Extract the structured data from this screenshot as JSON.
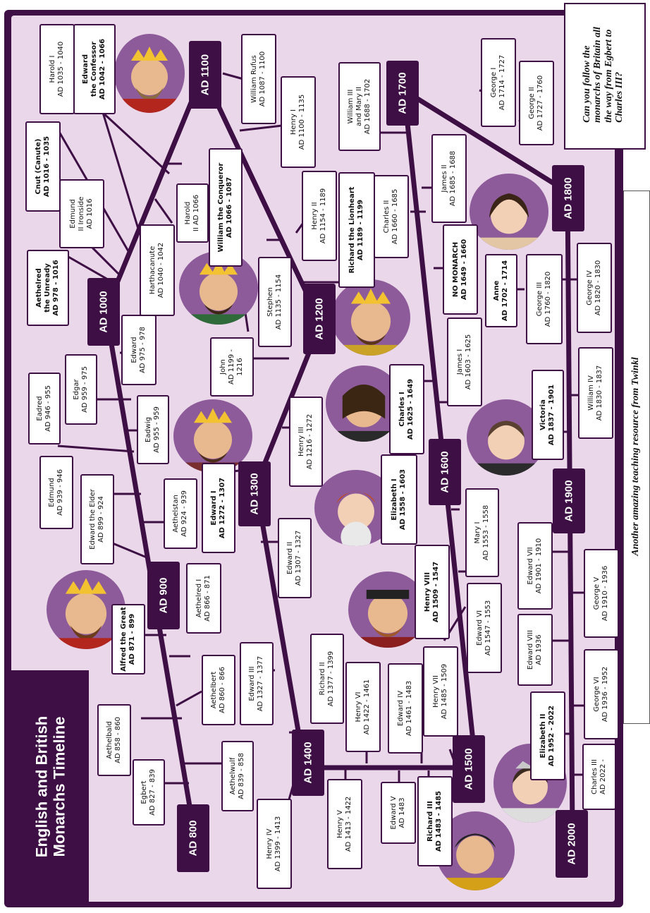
{
  "title": [
    "English and British",
    "Monarchs Timeline"
  ],
  "question": [
    "Can you follow the",
    "monarchs of Britain all",
    "the way from Egbert to",
    "Charles III?"
  ],
  "footer": "Another amazing teaching resource from Twinkl",
  "colors": {
    "dark_purple": "#3d0f44",
    "background": "#ead7e9",
    "portrait": "#8d5b9a"
  },
  "eras": [
    "AD 800",
    "AD 900",
    "AD 1000",
    "AD 1100",
    "AD 1200",
    "AD 1300",
    "AD 1400",
    "AD 1500",
    "AD 1600",
    "AD 1700",
    "AD 1800",
    "AD 1900",
    "AD 2000"
  ],
  "monarchs": [
    {
      "name": "Egbert",
      "reign": "AD 827 - 839"
    },
    {
      "name": "Aethelwulf",
      "reign": "AD 839 - 858"
    },
    {
      "name": "Aethelbald",
      "reign": "AD 858 - 860"
    },
    {
      "name": "Aethelbert",
      "reign": "AD 860 - 866"
    },
    {
      "name": "Aethelred I",
      "reign": "AD 866 - 871"
    },
    {
      "name": "Alfred the Great",
      "reign": "AD 871 - 899"
    },
    {
      "name": "Edward the Elder",
      "reign": "AD 899 - 924"
    },
    {
      "name": "Aethelstan",
      "reign": "AD 924 - 939"
    },
    {
      "name": "Edmund",
      "reign": "AD 939 - 946"
    },
    {
      "name": "Eadred",
      "reign": "AD 946 - 955"
    },
    {
      "name": "Eadwig",
      "reign": "AD 955 - 959"
    },
    {
      "name": "Edgar",
      "reign": "AD 959 - 975"
    },
    {
      "name": "Edward",
      "reign": "AD 975 - 978"
    },
    {
      "name": "Aethelred",
      "name2": "the Unready",
      "reign": "AD 978 - 1016"
    },
    {
      "name": "Edmund",
      "name2": "II Ironside",
      "reign": "AD 1016"
    },
    {
      "name": "Cnut (Canute)",
      "reign": "AD 1016 - 1035"
    },
    {
      "name": "Harold I",
      "reign": "AD 1035 - 1040"
    },
    {
      "name": "Harthacanute",
      "reign": "AD 1040 - 1042"
    },
    {
      "name": "Edward",
      "name2": "the Confessor",
      "reign": "AD 1042 - 1066"
    },
    {
      "name": "Harold",
      "name2": "II AD 1066",
      "reign": ""
    },
    {
      "name": "William the Conqueror",
      "reign": "AD 1066 - 1087"
    },
    {
      "name": "William Rufus",
      "reign": "AD 1087 - 1100"
    },
    {
      "name": "Henry I",
      "reign": "AD 1100 - 1135"
    },
    {
      "name": "Stephen",
      "reign": "AD 1135 - 1154"
    },
    {
      "name": "Henry II",
      "reign": "AD 1154 - 1189"
    },
    {
      "name": "Richard the Lionheart",
      "reign": "AD 1189 - 1199"
    },
    {
      "name": "John",
      "reign": "AD 1199 -",
      "reign2": "1216"
    },
    {
      "name": "Henry III",
      "reign": "AD 1216 - 1272"
    },
    {
      "name": "Edward I",
      "reign": "AD 1272 - 1307"
    },
    {
      "name": "Edward II",
      "reign": "AD 1307 - 1327"
    },
    {
      "name": "Edward III",
      "reign": "AD 1327 - 1377"
    },
    {
      "name": "Richard II",
      "reign": "AD 1377 - 1399"
    },
    {
      "name": "Henry IV",
      "reign": "AD 1399 - 1413"
    },
    {
      "name": "Henry V",
      "reign": "AD 1413 - 1422"
    },
    {
      "name": "Henry VI",
      "reign": "AD 1422 - 1461"
    },
    {
      "name": "Edward IV",
      "reign": "AD 1461 - 1483"
    },
    {
      "name": "Edward V",
      "reign": "AD 1483"
    },
    {
      "name": "Richard III",
      "reign": "AD 1483 - 1485"
    },
    {
      "name": "Henry VII",
      "reign": "AD 1485 - 1509"
    },
    {
      "name": "Henry VIII",
      "reign": "AD 1509 - 1547"
    },
    {
      "name": "Edward VI",
      "reign": "AD 1547 - 1553"
    },
    {
      "name": "Mary I",
      "reign": "AD 1553 - 1558"
    },
    {
      "name": "Elizabeth I",
      "reign": "AD 1558 - 1603"
    },
    {
      "name": "James I",
      "reign": "AD 1603 - 1625"
    },
    {
      "name": "Charles I",
      "reign": "AD 1625 - 1649"
    },
    {
      "name": "NO MONARCH",
      "reign": "AD 1649 - 1660"
    },
    {
      "name": "Charles II",
      "reign": "AD 1660 - 1685"
    },
    {
      "name": "James II",
      "reign": "AD 1685 - 1688"
    },
    {
      "name": "William III",
      "name2": "and Mary II",
      "reign": "AD 1688 - 1702"
    },
    {
      "name": "Anne",
      "reign": "AD 1702 - 1714"
    },
    {
      "name": "George I",
      "reign": "AD 1714 - 1727"
    },
    {
      "name": "George II",
      "reign": "AD 1727 - 1760"
    },
    {
      "name": "George III",
      "reign": "AD 1760 - 1820"
    },
    {
      "name": "George IV",
      "reign": "AD 1820 - 1830"
    },
    {
      "name": "William IV",
      "reign": "AD 1830 - 1837"
    },
    {
      "name": "Victoria",
      "reign": "AD 1837 - 1901"
    },
    {
      "name": "Edward VII",
      "reign": "AD 1901 - 1910"
    },
    {
      "name": "George V",
      "reign": "AD 1910 - 1936"
    },
    {
      "name": "Edward VIII",
      "reign": "AD 1936"
    },
    {
      "name": "George VI",
      "reign": "AD 1936 - 1952"
    },
    {
      "name": "Elizabeth II",
      "reign": "AD 1952 - 2022"
    },
    {
      "name": "Charles III",
      "reign": "AD 2022 -"
    }
  ]
}
